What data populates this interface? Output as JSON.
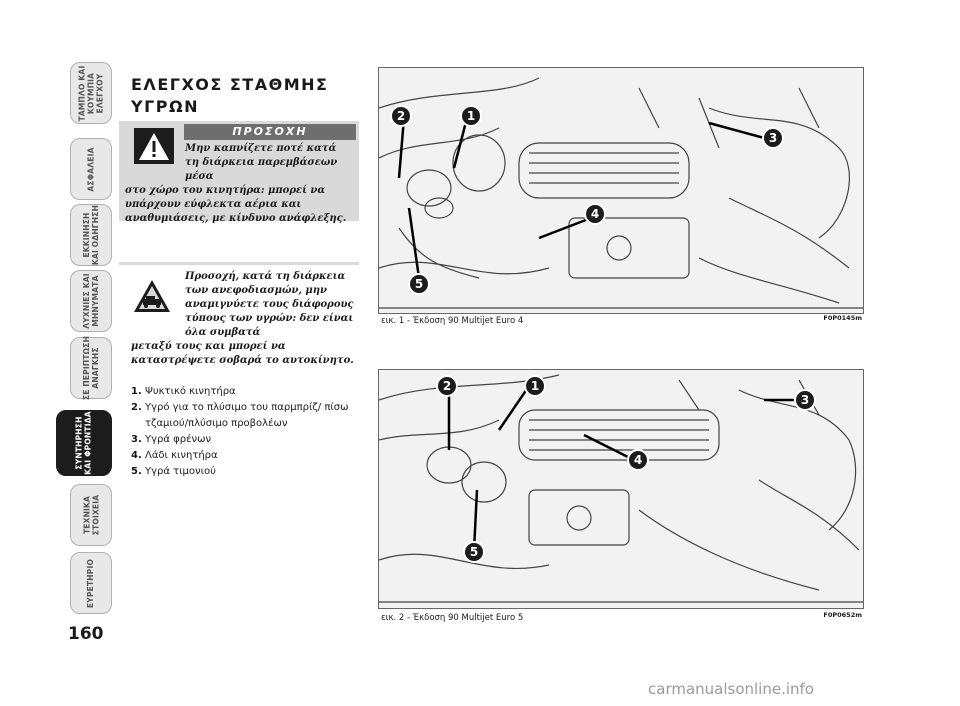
{
  "sidebar": {
    "tabs": [
      {
        "label": "ΤΑΜΠΛΟ ΚΑΙ\nΚΟΥΜΠΙΑ\nΕΛΕΓΧΟΥ",
        "active": false
      },
      {
        "label": "ΑΣΦΑΛΕΙΑ",
        "active": false
      },
      {
        "label": "ΕΚΚΙΝΗΣΗ\nΚΑΙ ΟΔΗΓΗΣΗ",
        "active": false
      },
      {
        "label": "ΛΥΧΝΙΕΣ ΚΑΙ\nΜΗΝΥΜΑΤΑ",
        "active": false
      },
      {
        "label": "ΣΕ ΠΕΡΙΠΤΩΣΗ\nΑΝΑΓΚΗΣ",
        "active": false
      },
      {
        "label": "ΣΥΝΤΗΡΗΣΗ\nΚΑΙ ΦΡΟΝΤΙΔΑ",
        "active": true
      },
      {
        "label": "ΤΕΧΝΙΚΑ\nΣΤΟΙΧΕΙΑ",
        "active": false
      },
      {
        "label": "ΕΥΡΕΤΗΡΙΟ",
        "active": false
      }
    ]
  },
  "page_number": "160",
  "section_title": "ΕΛΕΓΧΟΣ ΣΤΑΘΜΗΣ\nΥΓΡΩΝ",
  "warning": {
    "header": "ΠΡΟΣΟΧΗ",
    "text_first": "Μην καπνίζετε ποτέ κατά τη διάρκεια παρεμβάσεων μέσα",
    "text_rest": "στο χώρο του κινητήρα: μπορεί να υπάρχουν εύφλεκτα αέρια και αναθυμιάσεις, με κίνδυνο ανάφλεξης."
  },
  "caution": {
    "text_first": "Προσοχή, κατά τη διάρκεια των ανεφοδιασμών, μην αναμιγνύετε τους διάφορους τύπους των υγρών: δεν είναι όλα συμβατά",
    "text_rest": "μεταξύ τους και μπορεί να καταστρέψετε σοβαρά το αυτοκίνητο."
  },
  "items": [
    {
      "num": "1.",
      "text": "Ψυκτικό κινητήρα"
    },
    {
      "num": "2.",
      "text": "Υγρό για το πλύσιμο του παρμπρίζ/ πίσω τζαμιού/πλύσιμο προβολέων"
    },
    {
      "num": "3.",
      "text": "Υγρά φρένων"
    },
    {
      "num": "4.",
      "text": "Λάδι κινητήρα"
    },
    {
      "num": "5.",
      "text": "Υγρά τιμονιού"
    }
  ],
  "figures": [
    {
      "caption": "εικ. 1 - Έκδοση 90 Multijet Euro 4",
      "code": "F0P0145m",
      "callouts": [
        "1",
        "2",
        "3",
        "4",
        "5"
      ]
    },
    {
      "caption": "εικ. 2 - Έκδοση 90 Multijet Euro 5",
      "code": "F0P0652m",
      "callouts": [
        "1",
        "2",
        "3",
        "4",
        "5"
      ]
    }
  ],
  "watermark": "carmanualsonline.info",
  "colors": {
    "tab_bg": "#e8e8e8",
    "tab_active": "#1c1c1c",
    "warn_band": "#6e6e6e",
    "box_bg": "#d9d9d9"
  },
  "icons": [
    "warning-triangle-icon",
    "vehicle-caution-icon"
  ]
}
